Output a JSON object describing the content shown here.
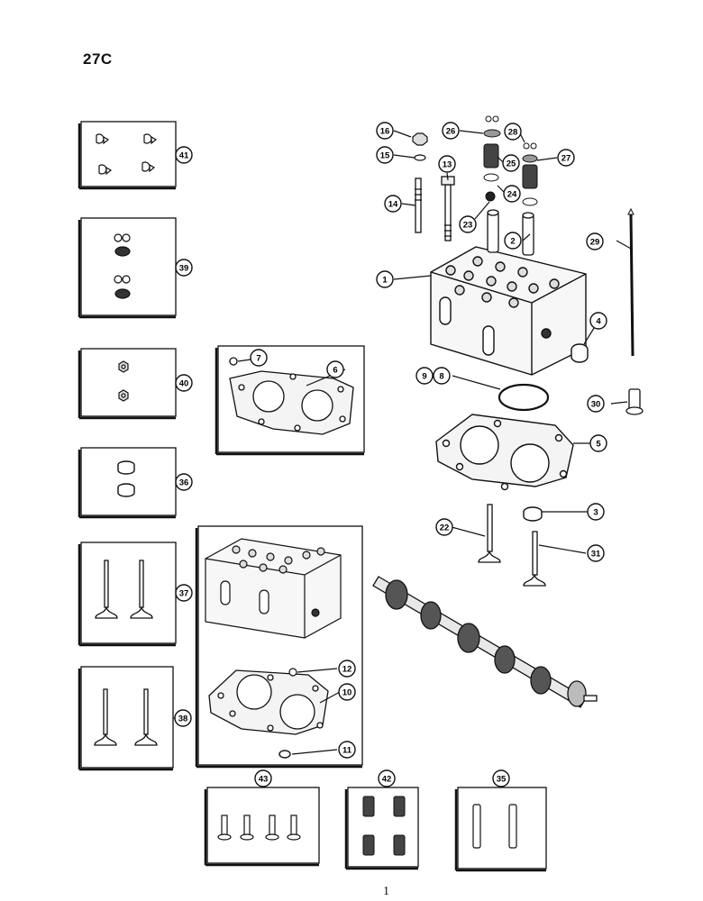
{
  "page_code": "27C",
  "page_number": "1",
  "callouts": [
    "1",
    "2",
    "3",
    "4",
    "5",
    "6",
    "7",
    "8",
    "9",
    "10",
    "11",
    "12",
    "13",
    "14",
    "15",
    "16",
    "22",
    "23",
    "24",
    "25",
    "26",
    "27",
    "28",
    "29",
    "30",
    "31",
    "35",
    "36",
    "37",
    "38",
    "39",
    "40",
    "41",
    "42",
    "43"
  ],
  "colors": {
    "ink": "#111111",
    "paper": "#ffffff",
    "part_fill": "#f4f4f4",
    "shadow": "#2a2a2a"
  }
}
